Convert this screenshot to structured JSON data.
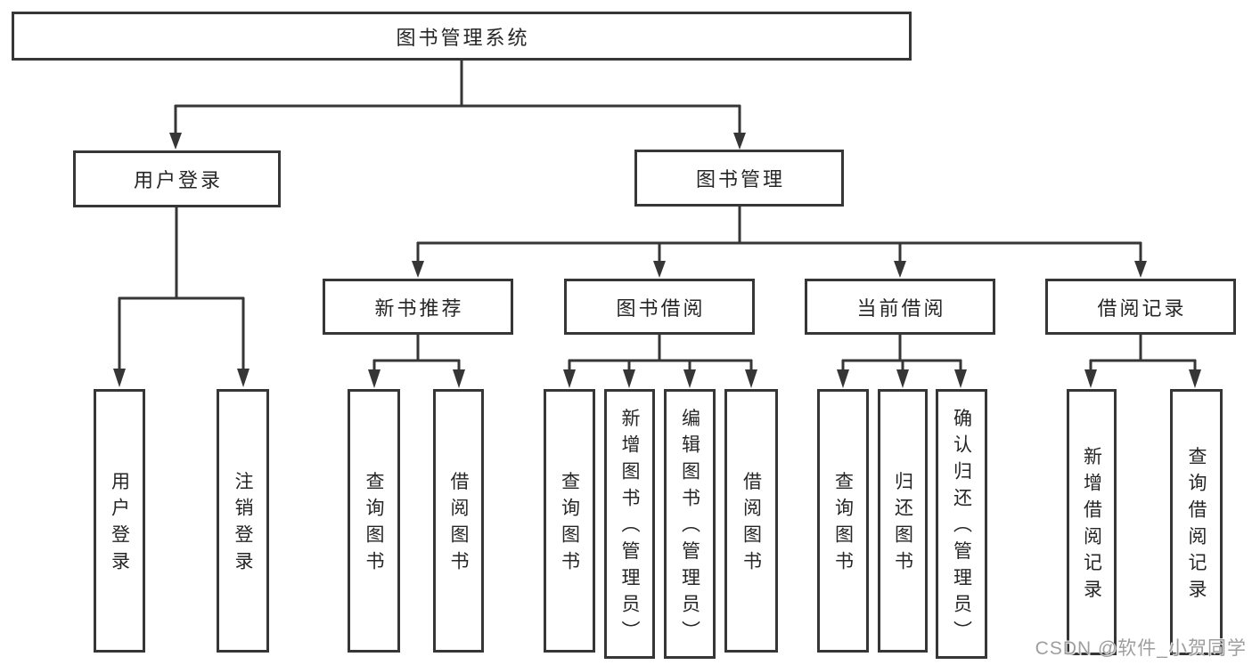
{
  "tree": {
    "label": "图书管理系统",
    "children": [
      {
        "label": "用户登录",
        "children": [
          {
            "label": "用户登录"
          },
          {
            "label": "注销登录"
          }
        ]
      },
      {
        "label": "图书管理",
        "children": [
          {
            "label": "新书推荐",
            "children": [
              {
                "label": "查询图书"
              },
              {
                "label": "借阅图书"
              }
            ]
          },
          {
            "label": "图书借阅",
            "children": [
              {
                "label": "查询图书"
              },
              {
                "label": "新增图书（管理员）"
              },
              {
                "label": "编辑图书（管理员）"
              },
              {
                "label": "借阅图书"
              }
            ]
          },
          {
            "label": "当前借阅",
            "children": [
              {
                "label": "查询图书"
              },
              {
                "label": "归还图书"
              },
              {
                "label": "确认归还（管理员）"
              }
            ]
          },
          {
            "label": "借阅记录",
            "children": [
              {
                "label": "新增借阅记录"
              },
              {
                "label": "查询借阅记录"
              }
            ]
          }
        ]
      }
    ]
  },
  "watermark": {
    "text": "CSDN @软件_小贺同学"
  },
  "colors": {
    "line": "#363636",
    "text": "#262626",
    "box_background": "#ffffff",
    "page_background": "#ffffff",
    "watermark": "#9e9e9e"
  }
}
